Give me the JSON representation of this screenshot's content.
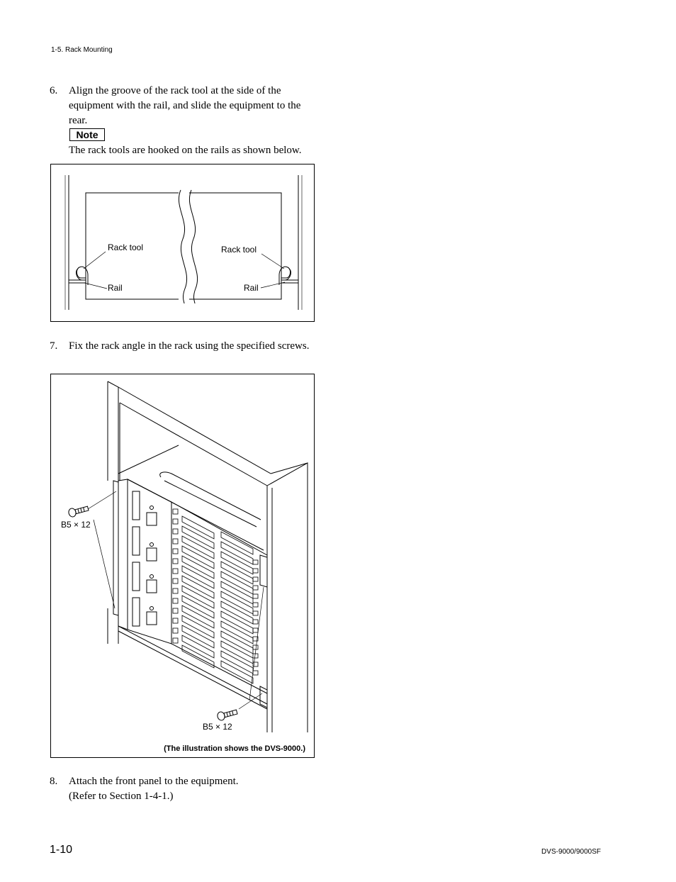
{
  "header": {
    "section": "1-5. Rack Mounting"
  },
  "steps": [
    {
      "number": "6.",
      "text": "Align the groove of the rack tool at the side of the equipment with the rail, and slide the equipment to the rear."
    },
    {
      "number": "7.",
      "text": "Fix the rack angle in the rack using the specified screws."
    },
    {
      "number": "8.",
      "text": "Attach the front panel to the equipment.",
      "ref": "(Refer to Section 1-4-1.)"
    }
  ],
  "note": {
    "label": "Note",
    "text": "The rack tools are hooked on the rails as shown below."
  },
  "figure1": {
    "labels": {
      "rack_tool_left": "Rack tool",
      "rack_tool_right": "Rack tool",
      "rail_left": "Rail",
      "rail_right": "Rail"
    }
  },
  "figure2": {
    "labels": {
      "screw_left": "B5 × 12",
      "screw_bottom": "B5 × 12"
    },
    "caption": "(The illustration shows the DVS-9000.)"
  },
  "footer": {
    "page": "1-10",
    "model": "DVS-9000/9000SF"
  }
}
